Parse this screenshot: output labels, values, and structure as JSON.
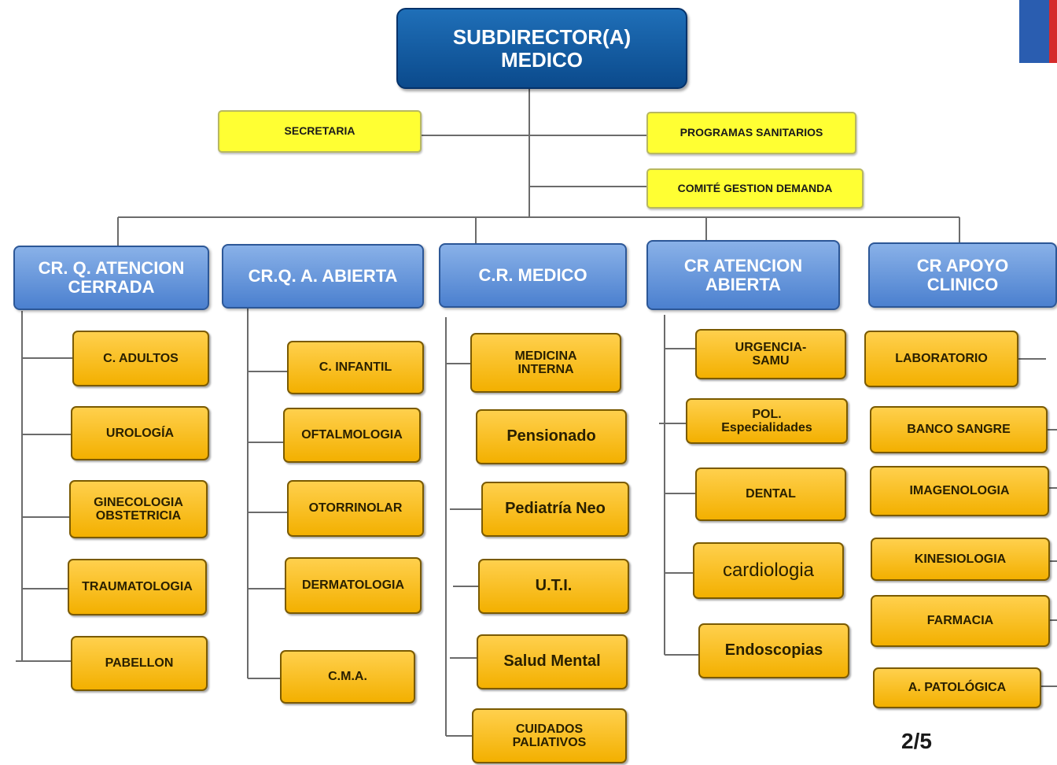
{
  "top": "SUBDIRECTOR(A)\nMEDICO",
  "staff": {
    "secretaria": "SECRETARIA",
    "programas": "PROGRAMAS SANITARIOS",
    "comite": "COMITÉ GESTION DEMANDA"
  },
  "divisions": [
    {
      "title": "CR. Q. ATENCION\nCERRADA",
      "units": [
        "C. ADULTOS",
        "UROLOGÍA",
        "GINECOLOGIA\nOBSTETRICIA",
        "TRAUMATOLOGIA",
        "PABELLON"
      ]
    },
    {
      "title": "CR.Q. A. ABIERTA",
      "units": [
        "C. INFANTIL",
        "OFTALMOLOGIA",
        "OTORRINOLAR",
        "DERMATOLOGIA",
        "C.M.A."
      ]
    },
    {
      "title": "C.R. MEDICO",
      "units": [
        "MEDICINA\nINTERNA",
        "Pensionado",
        "Pediatría Neo",
        "U.T.I.",
        "Salud Mental",
        "CUIDADOS\nPALIATIVOS"
      ]
    },
    {
      "title": "CR ATENCION\nABIERTA",
      "units": [
        "URGENCIA-\nSAMU",
        "POL.\nEspecialidades",
        "DENTAL",
        "cardiologia",
        "Endoscopias"
      ]
    },
    {
      "title": "CR APOYO\nCLINICO",
      "units": [
        "LABORATORIO",
        "BANCO SANGRE",
        "IMAGENOLOGIA",
        "KINESIOLOGIA",
        "FARMACIA",
        "A. PATOLÓGICA"
      ]
    }
  ],
  "page_label": "2/5",
  "colors": {
    "top": "#0b4a8c",
    "staff": "#ffff33",
    "division": "#5f8fd8",
    "unit": "#f7bd0f"
  }
}
